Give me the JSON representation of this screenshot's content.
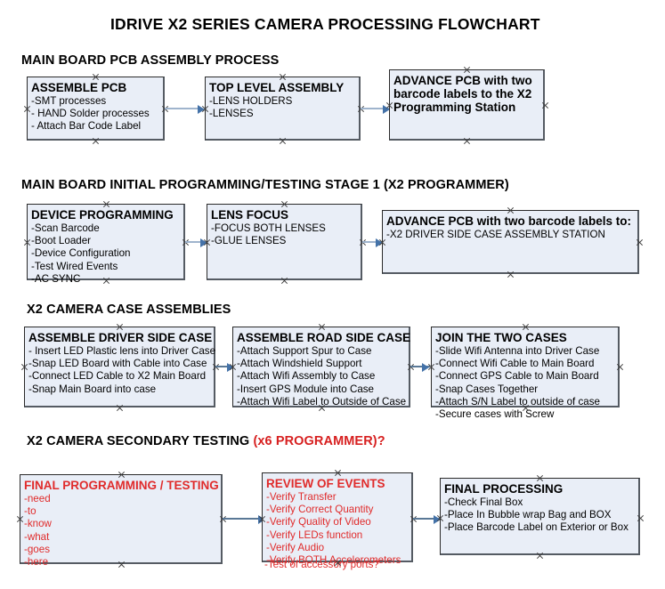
{
  "document": {
    "title": "IDRIVE X2  SERIES CAMERA PROCESSING FLOWCHART"
  },
  "colors": {
    "box_fill": "#e9eef7",
    "box_border": "#2a2a2a",
    "box_shadow": "#555b63",
    "connector": "#9fb4cd",
    "arrow_head": "#4472a8",
    "text": "#000000",
    "accent_red": "#e02b2b"
  },
  "sections": [
    {
      "heading": "MAIN BOARD PCB ASSEMBLY PROCESS",
      "heading_accent": "",
      "boxes": [
        {
          "head": "ASSEMBLE PCB",
          "lines": [
            " -SMT processes",
            "- HAND Solder processes",
            "- Attach Bar Code Label"
          ]
        },
        {
          "head": "TOP LEVEL ASSEMBLY",
          "lines": [
            "-LENS HOLDERS",
            "-LENSES"
          ]
        },
        {
          "head": "ADVANCE PCB with two barcode labels to the  X2 Programming Station",
          "lines": []
        }
      ]
    },
    {
      "heading": "MAIN BOARD INITIAL PROGRAMMING/TESTING STAGE 1 (X2 PROGRAMMER)",
      "heading_accent": "",
      "boxes": [
        {
          "head": "DEVICE PROGRAMMING",
          "lines": [
            "-Scan Barcode",
            "-Boot Loader",
            "-Device Configuration",
            "-Test Wired Events",
            "-AC SYNC"
          ]
        },
        {
          "head": "LENS FOCUS",
          "lines": [
            "-FOCUS BOTH LENSES",
            "-GLUE LENSES"
          ]
        },
        {
          "head": "ADVANCE PCB with two barcode labels to:",
          "lines": [
            "-X2 DRIVER  SIDE  CASE  ASSEMBLY STATION"
          ]
        }
      ]
    },
    {
      "heading": "X2 CAMERA CASE ASSEMBLIES",
      "heading_accent": "",
      "boxes": [
        {
          "head": "ASSEMBLE DRIVER SIDE CASE",
          "lines": [
            "- Insert LED Plastic lens into Driver Case",
            "-Snap LED Board with Cable into Case",
            "-Connect LED Cable to X2 Main Board",
            "-Snap Main Board into case"
          ]
        },
        {
          "head": "ASSEMBLE ROAD SIDE CASE",
          "lines": [
            "-Attach Support Spur to Case",
            "-Attach Windshield Support",
            "-Attach Wifi Assembly to Case",
            "-Insert GPS Module into Case",
            "-Attach Wifi Label to Outside of Case"
          ]
        },
        {
          "head": "JOIN THE TWO CASES",
          "lines": [
            "-Slide Wifi Antenna into Driver Case",
            "-Connect Wifi Cable to Main Board",
            "-Connect GPS Cable to Main Board",
            "-Snap Cases Together",
            "-Attach S/N Label to outside of case",
            "-Secure cases with Screw"
          ]
        }
      ]
    },
    {
      "heading": "X2 CAMERA SECONDARY TESTING ",
      "heading_accent": "(x6 PROGRAMMER)?",
      "boxes": [
        {
          "head": "FINAL PROGRAMMING / TESTING",
          "lines": [
            "-need",
            "-to",
            "-know",
            "-what",
            "-goes",
            "-here"
          ]
        },
        {
          "head": "REVIEW OF EVENTS",
          "lines": [
            "-Verify Transfer",
            "-Verify Correct Quantity",
            "-Verify Quality of Video",
            "-Verify LEDs function",
            "-Verify Audio",
            "-Verify BOTH Accelerometers"
          ],
          "overflow_line": "-Test of accessory ports?"
        },
        {
          "head": "FINAL PROCESSING",
          "lines": [
            " -Check Final Box",
            "-Place In Bubble wrap Bag and BOX",
            "-Place Barcode Label on Exterior or Box"
          ]
        }
      ]
    }
  ]
}
